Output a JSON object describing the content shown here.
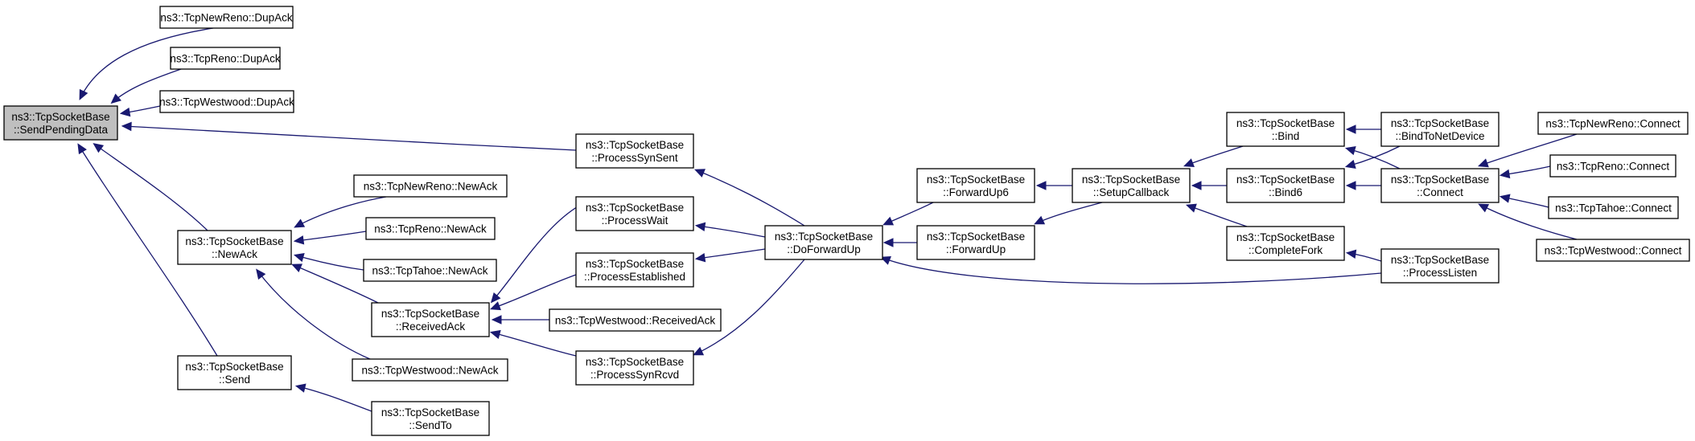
{
  "graph": {
    "edge_color": "#191970",
    "root_fill": "#bfbfbf",
    "nodes": [
      {
        "id": "send_pending",
        "lines": [
          "ns3::TcpSocketBase",
          "::SendPendingData"
        ],
        "root": true
      },
      {
        "id": "newreno_dupack",
        "lines": [
          "ns3::TcpNewReno::DupAck"
        ]
      },
      {
        "id": "reno_dupack",
        "lines": [
          "ns3::TcpReno::DupAck"
        ]
      },
      {
        "id": "westwood_dupack",
        "lines": [
          "ns3::TcpWestwood::DupAck"
        ]
      },
      {
        "id": "newack",
        "lines": [
          "ns3::TcpSocketBase",
          "::NewAck"
        ]
      },
      {
        "id": "send",
        "lines": [
          "ns3::TcpSocketBase",
          "::Send"
        ]
      },
      {
        "id": "newreno_newack",
        "lines": [
          "ns3::TcpNewReno::NewAck"
        ]
      },
      {
        "id": "reno_newack",
        "lines": [
          "ns3::TcpReno::NewAck"
        ]
      },
      {
        "id": "tahoe_newack",
        "lines": [
          "ns3::TcpTahoe::NewAck"
        ]
      },
      {
        "id": "receivedack",
        "lines": [
          "ns3::TcpSocketBase",
          "::ReceivedAck"
        ]
      },
      {
        "id": "westwood_newack",
        "lines": [
          "ns3::TcpWestwood::NewAck"
        ]
      },
      {
        "id": "sendto",
        "lines": [
          "ns3::TcpSocketBase",
          "::SendTo"
        ]
      },
      {
        "id": "processsynsent",
        "lines": [
          "ns3::TcpSocketBase",
          "::ProcessSynSent"
        ]
      },
      {
        "id": "processwait",
        "lines": [
          "ns3::TcpSocketBase",
          "::ProcessWait"
        ]
      },
      {
        "id": "processestablished",
        "lines": [
          "ns3::TcpSocketBase",
          "::ProcessEstablished"
        ]
      },
      {
        "id": "westwood_receivedack",
        "lines": [
          "ns3::TcpWestwood::ReceivedAck"
        ]
      },
      {
        "id": "processsynrcvd",
        "lines": [
          "ns3::TcpSocketBase",
          "::ProcessSynRcvd"
        ]
      },
      {
        "id": "doforwardup",
        "lines": [
          "ns3::TcpSocketBase",
          "::DoForwardUp"
        ]
      },
      {
        "id": "forwardup6",
        "lines": [
          "ns3::TcpSocketBase",
          "::ForwardUp6"
        ]
      },
      {
        "id": "forwardup",
        "lines": [
          "ns3::TcpSocketBase",
          "::ForwardUp"
        ]
      },
      {
        "id": "setupcallback",
        "lines": [
          "ns3::TcpSocketBase",
          "::SetupCallback"
        ]
      },
      {
        "id": "bind",
        "lines": [
          "ns3::TcpSocketBase",
          "::Bind"
        ]
      },
      {
        "id": "bind6",
        "lines": [
          "ns3::TcpSocketBase",
          "::Bind6"
        ]
      },
      {
        "id": "completefork",
        "lines": [
          "ns3::TcpSocketBase",
          "::CompleteFork"
        ]
      },
      {
        "id": "bindtonetdevice",
        "lines": [
          "ns3::TcpSocketBase",
          "::BindToNetDevice"
        ]
      },
      {
        "id": "connect",
        "lines": [
          "ns3::TcpSocketBase",
          "::Connect"
        ]
      },
      {
        "id": "processlisten",
        "lines": [
          "ns3::TcpSocketBase",
          "::ProcessListen"
        ]
      },
      {
        "id": "newreno_connect",
        "lines": [
          "ns3::TcpNewReno::Connect"
        ]
      },
      {
        "id": "reno_connect",
        "lines": [
          "ns3::TcpReno::Connect"
        ]
      },
      {
        "id": "tahoe_connect",
        "lines": [
          "ns3::TcpTahoe::Connect"
        ]
      },
      {
        "id": "westwood_connect",
        "lines": [
          "ns3::TcpWestwood::Connect"
        ]
      }
    ],
    "edges": [
      {
        "from": "newreno_dupack",
        "to": "send_pending"
      },
      {
        "from": "reno_dupack",
        "to": "send_pending"
      },
      {
        "from": "westwood_dupack",
        "to": "send_pending"
      },
      {
        "from": "processsynsent",
        "to": "send_pending"
      },
      {
        "from": "newack",
        "to": "send_pending"
      },
      {
        "from": "send",
        "to": "send_pending"
      },
      {
        "from": "newreno_newack",
        "to": "newack"
      },
      {
        "from": "reno_newack",
        "to": "newack"
      },
      {
        "from": "tahoe_newack",
        "to": "newack"
      },
      {
        "from": "receivedack",
        "to": "newack"
      },
      {
        "from": "westwood_newack",
        "to": "newack"
      },
      {
        "from": "sendto",
        "to": "send"
      },
      {
        "from": "processwait",
        "to": "receivedack"
      },
      {
        "from": "processestablished",
        "to": "receivedack"
      },
      {
        "from": "westwood_receivedack",
        "to": "receivedack"
      },
      {
        "from": "processsynrcvd",
        "to": "receivedack"
      },
      {
        "from": "doforwardup",
        "to": "processsynsent"
      },
      {
        "from": "doforwardup",
        "to": "processwait"
      },
      {
        "from": "doforwardup",
        "to": "processestablished"
      },
      {
        "from": "doforwardup",
        "to": "processsynrcvd"
      },
      {
        "from": "forwardup6",
        "to": "doforwardup"
      },
      {
        "from": "forwardup",
        "to": "doforwardup"
      },
      {
        "from": "processlisten",
        "to": "doforwardup"
      },
      {
        "from": "setupcallback",
        "to": "forwardup6"
      },
      {
        "from": "setupcallback",
        "to": "forwardup"
      },
      {
        "from": "bind",
        "to": "setupcallback"
      },
      {
        "from": "bind6",
        "to": "setupcallback"
      },
      {
        "from": "completefork",
        "to": "setupcallback"
      },
      {
        "from": "bindtonetdevice",
        "to": "bind"
      },
      {
        "from": "connect",
        "to": "bind"
      },
      {
        "from": "bindtonetdevice",
        "to": "bind6"
      },
      {
        "from": "connect",
        "to": "bind6"
      },
      {
        "from": "processlisten",
        "to": "completefork"
      },
      {
        "from": "newreno_connect",
        "to": "connect"
      },
      {
        "from": "reno_connect",
        "to": "connect"
      },
      {
        "from": "tahoe_connect",
        "to": "connect"
      },
      {
        "from": "westwood_connect",
        "to": "connect"
      }
    ]
  }
}
